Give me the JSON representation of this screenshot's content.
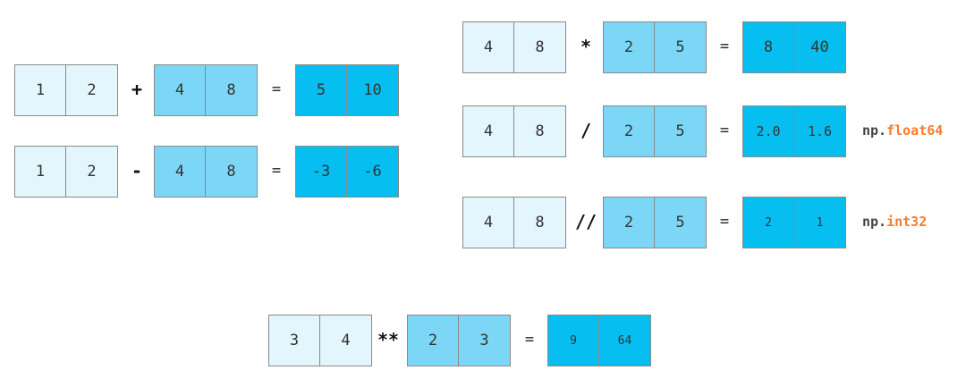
{
  "colors": {
    "operand_a_fill": "#e3f6fd",
    "operand_b_fill": "#7cd7f7",
    "result_fill": "#06bff0",
    "dtype_accent": "#ff7a2a"
  },
  "equations": {
    "add": {
      "a": [
        "1",
        "2"
      ],
      "op": "+",
      "b": [
        "4",
        "8"
      ],
      "eq": "=",
      "result": [
        "5",
        "10"
      ]
    },
    "sub": {
      "a": [
        "1",
        "2"
      ],
      "op": "-",
      "b": [
        "4",
        "8"
      ],
      "eq": "=",
      "result": [
        "-3",
        "-6"
      ]
    },
    "mul": {
      "a": [
        "4",
        "8"
      ],
      "op": "*",
      "b": [
        "2",
        "5"
      ],
      "eq": "=",
      "result": [
        "8",
        "40"
      ]
    },
    "div": {
      "a": [
        "4",
        "8"
      ],
      "op": "/",
      "b": [
        "2",
        "5"
      ],
      "eq": "=",
      "result": [
        "2.0",
        "1.6"
      ],
      "dtype_prefix": "np.",
      "dtype_name": "float64"
    },
    "floordiv": {
      "a": [
        "4",
        "8"
      ],
      "op": "//",
      "b": [
        "2",
        "5"
      ],
      "eq": "=",
      "result": [
        "2",
        "1"
      ],
      "dtype_prefix": "np.",
      "dtype_name": "int32"
    },
    "pow": {
      "a": [
        "3",
        "4"
      ],
      "op": "**",
      "b": [
        "2",
        "3"
      ],
      "eq": "=",
      "result": [
        "9",
        "64"
      ]
    }
  }
}
